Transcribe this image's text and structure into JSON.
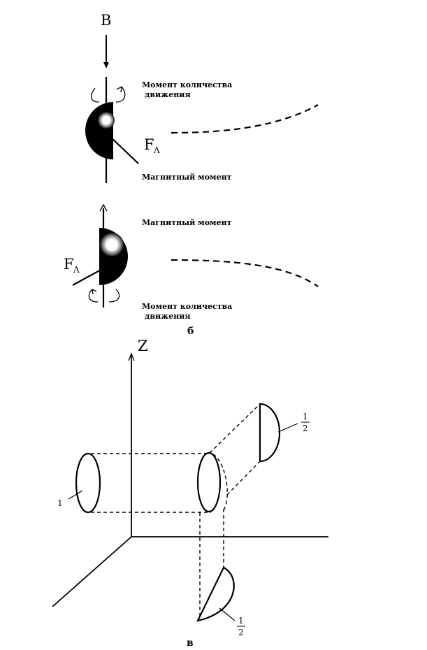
{
  "top": {
    "field_label": "B",
    "spin_up": {
      "angular_momentum_line1": "Момент количества",
      "angular_momentum_line2": "движения",
      "force_label": "F",
      "force_sub": "Λ",
      "magnetic_label": "Магнитный момент"
    },
    "spin_down": {
      "magnetic_label": "Магнитный момент",
      "force_label": "F",
      "force_sub": "Λ",
      "angular_momentum_line1": "Момент количества",
      "angular_momentum_line2": "движения"
    },
    "caption": "б"
  },
  "bottom": {
    "axis_label": "Z",
    "beam_label": "1",
    "half_upper_num": "1",
    "half_upper_den": "2",
    "half_lower_num": "1",
    "half_lower_den": "2",
    "caption": "в"
  }
}
